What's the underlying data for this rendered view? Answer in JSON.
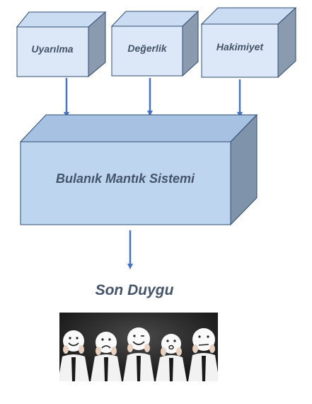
{
  "diagram": {
    "inputs": [
      "Uyarılma",
      "Değerlik",
      "Hakimiyet"
    ],
    "system": "Bulanık Mantık Sistemi",
    "output": "Son Duygu"
  },
  "colors": {
    "box_front": "#dce8f7",
    "box_top": "#c9dcf2",
    "box_side": "#8a9bb0",
    "system_front": "#bed5ef",
    "system_top": "#a6c1e2",
    "system_side": "#7f93ab",
    "outline": "#2f4b70",
    "arrow": "#4472c4",
    "label": "#44546a"
  },
  "photo": {
    "faces": [
      "happy",
      "sad",
      "happy",
      "surprised",
      "neutral"
    ]
  }
}
